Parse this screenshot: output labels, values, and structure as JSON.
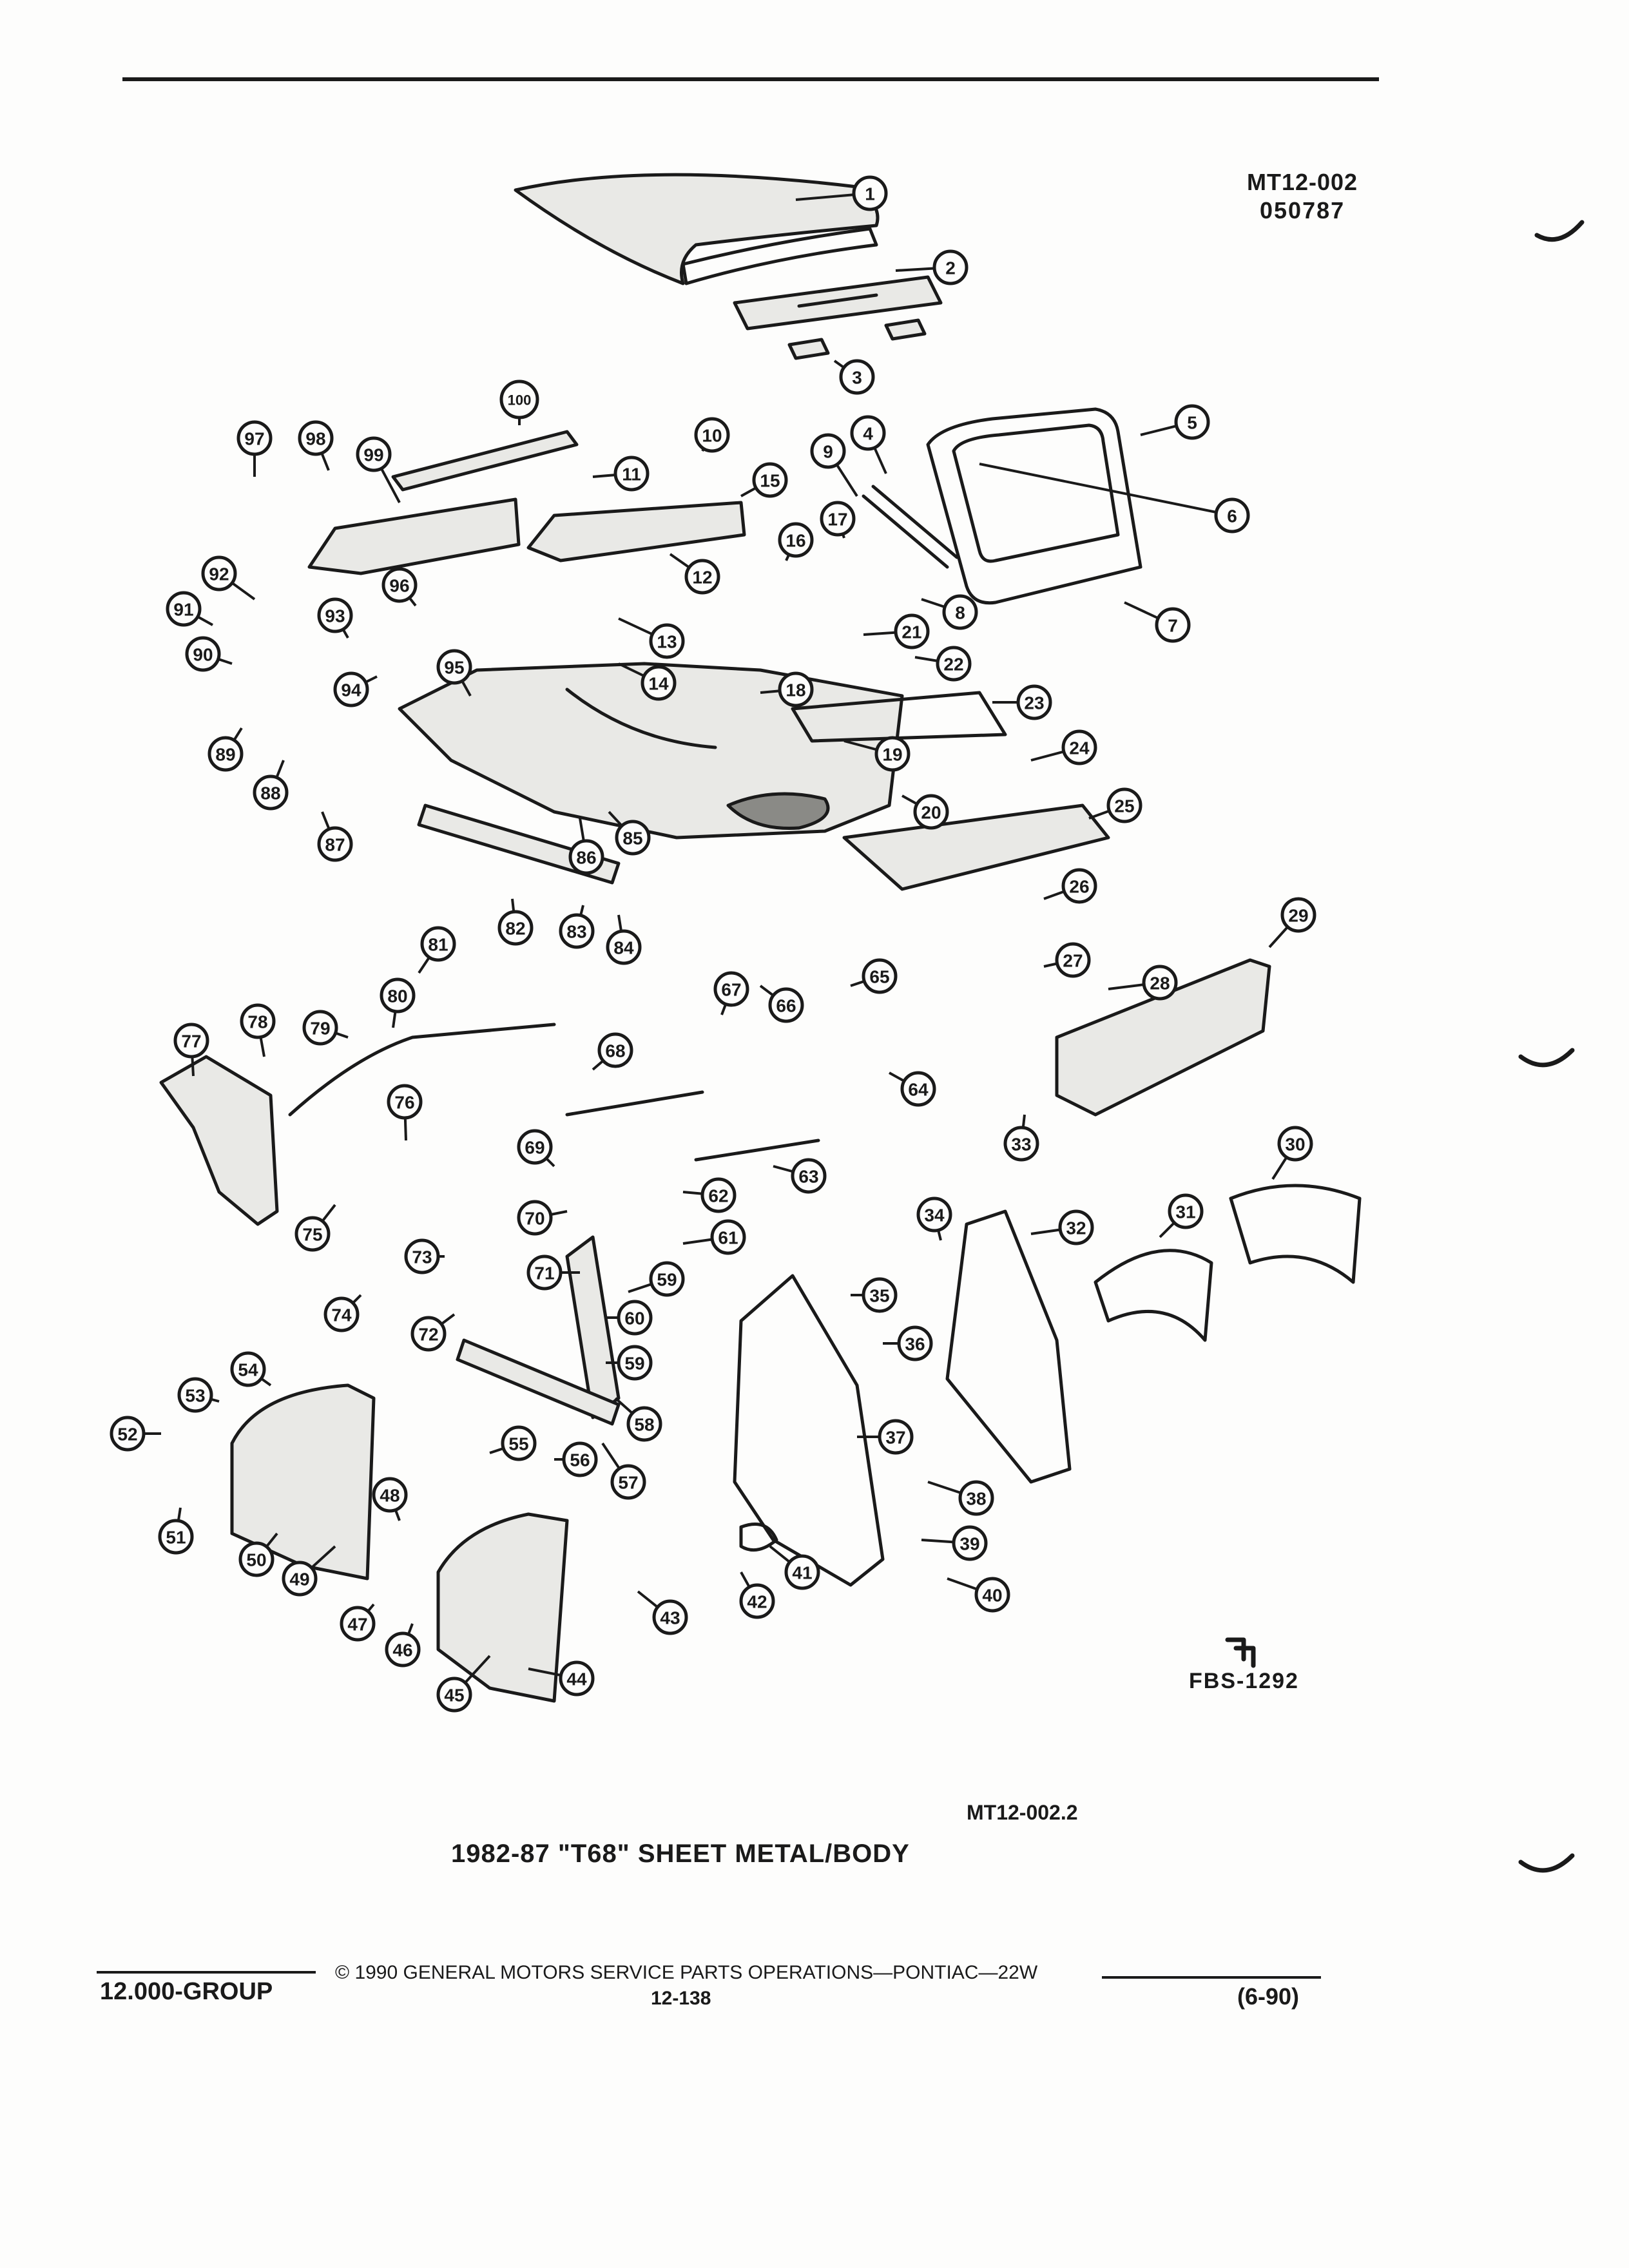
{
  "header": {
    "doc_code": "MT12-002",
    "doc_date": "050787"
  },
  "diagram": {
    "figure_id": "MT12-002.2",
    "title": "1982-87 \"T68\" SHEET METAL/BODY",
    "stamp_code": "FBS-1292",
    "callouts": [
      "1",
      "2",
      "3",
      "4",
      "5",
      "6",
      "7",
      "8",
      "9",
      "10",
      "11",
      "12",
      "13",
      "14",
      "15",
      "16",
      "17",
      "18",
      "19",
      "20",
      "21",
      "22",
      "23",
      "24",
      "25",
      "26",
      "27",
      "28",
      "29",
      "30",
      "31",
      "32",
      "33",
      "34",
      "35",
      "36",
      "37",
      "38",
      "39",
      "40",
      "41",
      "42",
      "43",
      "44",
      "45",
      "46",
      "47",
      "48",
      "49",
      "50",
      "51",
      "52",
      "53",
      "54",
      "55",
      "56",
      "57",
      "58",
      "59",
      "59",
      "60",
      "61",
      "62",
      "63",
      "64",
      "65",
      "66",
      "67",
      "68",
      "69",
      "70",
      "71",
      "72",
      "73",
      "74",
      "75",
      "76",
      "77",
      "78",
      "79",
      "80",
      "81",
      "82",
      "83",
      "84",
      "85",
      "86",
      "87",
      "88",
      "89",
      "90",
      "91",
      "92",
      "93",
      "94",
      "95",
      "96",
      "97",
      "98",
      "99",
      "100"
    ]
  },
  "footer": {
    "group": "12.000-GROUP",
    "copyright": "© 1990 GENERAL MOTORS SERVICE PARTS OPERATIONS—PONTIAC—22W",
    "page_number": "12-138",
    "revision": "(6-90)"
  }
}
